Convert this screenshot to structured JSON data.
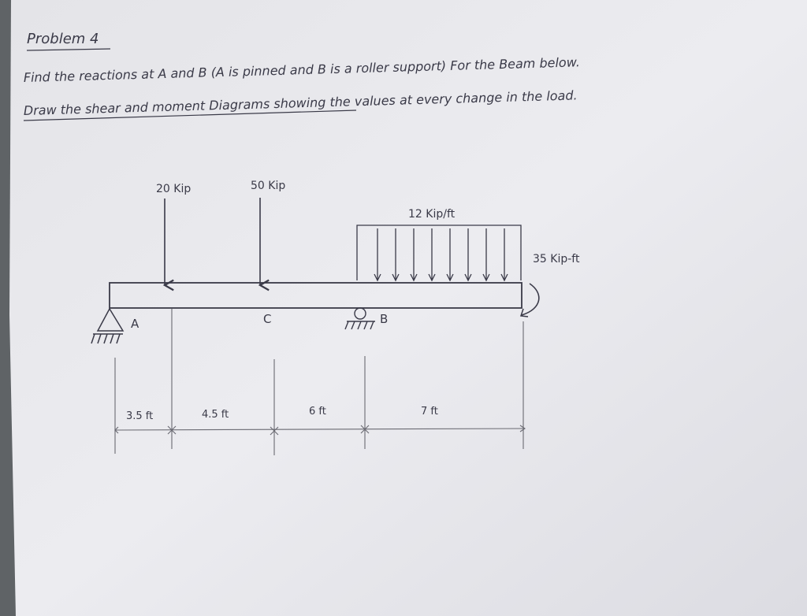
{
  "heading": "Problem 4",
  "instructions": {
    "line1": "Find the reactions at A and B (A is pinned and B is a roller support) For the Beam below.",
    "line2": "Draw the shear and moment Diagrams showing the values at every change in the load."
  },
  "loads": {
    "point_load_1": "20 Kip",
    "point_load_2": "50 Kip",
    "distributed_load": "12 Kip/ft",
    "moment": "35 Kip-ft"
  },
  "points": {
    "a": "A",
    "b": "B",
    "c": "C"
  },
  "dimensions": [
    "3.5 ft",
    "4.5 ft",
    "6 ft",
    "7 ft"
  ],
  "colors": {
    "paper": "#e9e9ed",
    "ink": "#3a3a48",
    "pencil": "#6a6a72",
    "shadow": "#5f6366"
  }
}
